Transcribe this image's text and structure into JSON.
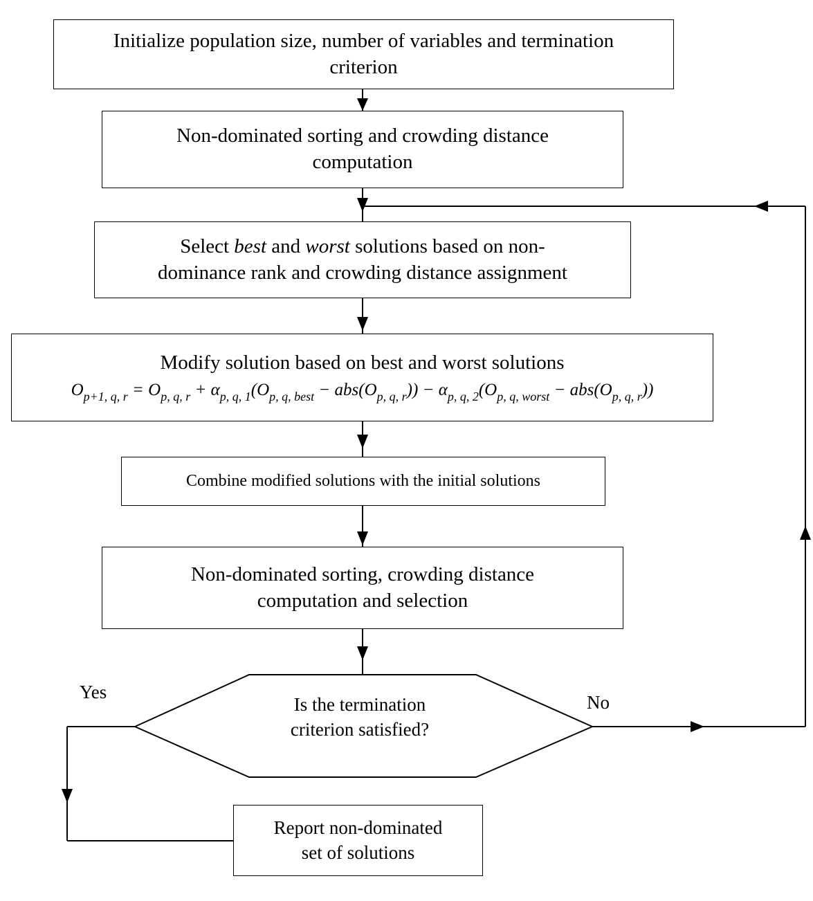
{
  "steps": {
    "init": {
      "line1": "Initialize population size, number of variables and termination",
      "line2": "criterion"
    },
    "sort1": {
      "line1": "Non-dominated sorting and crowding distance",
      "line2": "computation"
    },
    "select": {
      "line1_pre": "Select ",
      "line1_best": "best",
      "line1_mid": " and ",
      "line1_worst": "worst",
      "line1_post": " solutions based on non-",
      "line2": "dominance rank and crowding distance assignment"
    },
    "modify": {
      "line1": "Modify solution based on best and worst solutions",
      "formula": {
        "O": "O",
        "alpha": "α",
        "eq": " = ",
        "plus": " + ",
        "minus": " − ",
        "abs": "abs",
        "lhs_sub": "p+1, q, r",
        "o_sub": "p, q, r",
        "a1_sub": "p, q, 1",
        "best_sub": "p, q, best",
        "a2_sub": "p, q, 2",
        "worst_sub": "p, q, worst",
        "open": "(",
        "close": ")",
        "close2": "))"
      }
    },
    "combine": {
      "text": "Combine modified solutions with the initial solutions"
    },
    "sort2": {
      "line1": "Non-dominated sorting, crowding distance",
      "line2": "computation and selection"
    },
    "decision": {
      "line1": "Is the termination",
      "line2": "criterion satisfied?"
    },
    "report": {
      "line1": "Report non-dominated",
      "line2": "set of solutions"
    }
  },
  "labels": {
    "yes": "Yes",
    "no": "No"
  }
}
